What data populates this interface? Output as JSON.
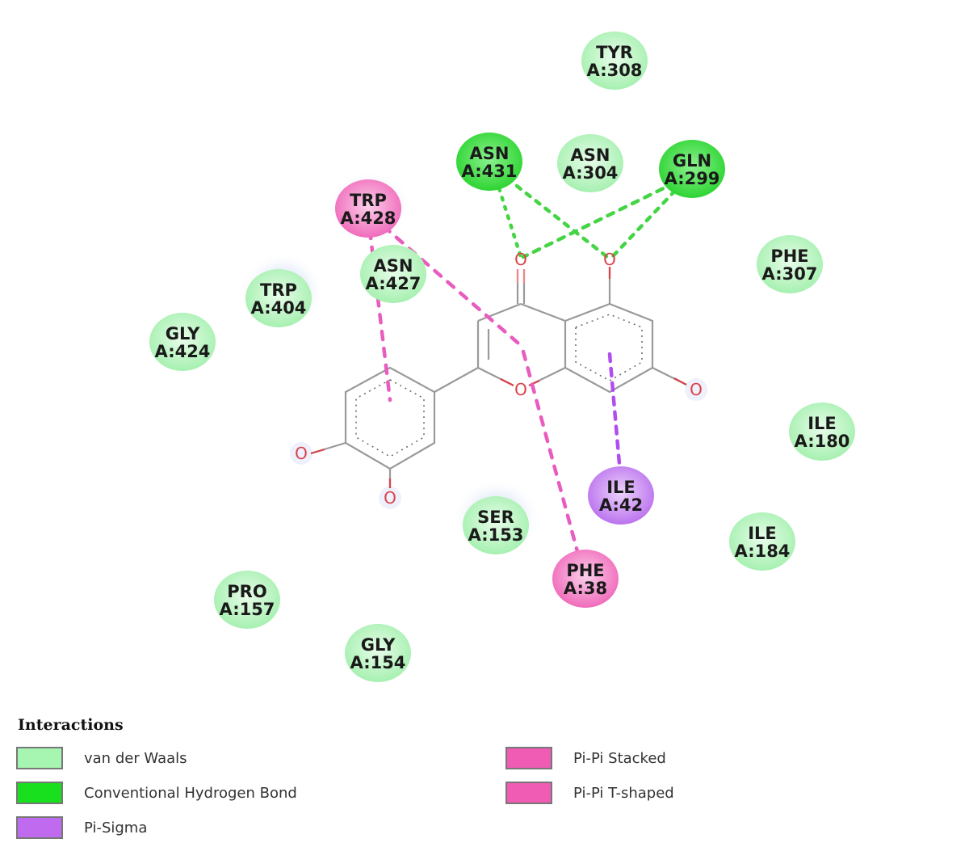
{
  "colors": {
    "van_der_waals": "#a6f5b0",
    "conventional_hbond": "#19e01f",
    "pi_sigma": "#c06af0",
    "pi_pi": "#f05bb3",
    "atom_oxygen": "#d9434b",
    "bond": "#9a9a9a",
    "hbond_line": "#44d444",
    "pi_line": "#e85cc0",
    "pisigma_line": "#b04ef0"
  },
  "residues": [
    {
      "id": "TYR308",
      "name": "TYR",
      "label": "A:308",
      "type": "van_der_waals"
    },
    {
      "id": "ASN431",
      "name": "ASN",
      "label": "A:431",
      "type": "conventional_hbond"
    },
    {
      "id": "ASN304",
      "name": "ASN",
      "label": "A:304",
      "type": "van_der_waals"
    },
    {
      "id": "GLN299",
      "name": "GLN",
      "label": "A:299",
      "type": "conventional_hbond"
    },
    {
      "id": "TRP428",
      "name": "TRP",
      "label": "A:428",
      "type": "pi_pi"
    },
    {
      "id": "ASN427",
      "name": "ASN",
      "label": "A:427",
      "type": "van_der_waals"
    },
    {
      "id": "TRP404",
      "name": "TRP",
      "label": "A:404",
      "type": "van_der_waals"
    },
    {
      "id": "PHE307",
      "name": "PHE",
      "label": "A:307",
      "type": "van_der_waals"
    },
    {
      "id": "GLY424",
      "name": "GLY",
      "label": "A:424",
      "type": "van_der_waals"
    },
    {
      "id": "ILE180",
      "name": "ILE",
      "label": "A:180",
      "type": "van_der_waals"
    },
    {
      "id": "ILE42",
      "name": "ILE",
      "label": "A:42",
      "type": "pi_sigma"
    },
    {
      "id": "SER153",
      "name": "SER",
      "label": "A:153",
      "type": "van_der_waals"
    },
    {
      "id": "ILE184",
      "name": "ILE",
      "label": "A:184",
      "type": "van_der_waals"
    },
    {
      "id": "PHE38",
      "name": "PHE",
      "label": "A:38",
      "type": "pi_pi"
    },
    {
      "id": "PRO157",
      "name": "PRO",
      "label": "A:157",
      "type": "van_der_waals"
    },
    {
      "id": "GLY154",
      "name": "GLY",
      "label": "A:154",
      "type": "van_der_waals"
    }
  ],
  "interactions": [
    {
      "from": "ASN431",
      "to": "O_carbonyl",
      "type": "hbond"
    },
    {
      "from": "ASN431",
      "to": "O_5",
      "type": "hbond"
    },
    {
      "from": "GLN299",
      "to": "O_carbonyl",
      "type": "hbond"
    },
    {
      "from": "GLN299",
      "to": "O_5",
      "type": "hbond"
    },
    {
      "from": "TRP428",
      "to": "ring_B",
      "type": "pi_pi"
    },
    {
      "from": "TRP428",
      "to": "ring_C",
      "type": "pi_pi"
    },
    {
      "from": "PHE38",
      "to": "ring_C",
      "type": "pi_pi"
    },
    {
      "from": "ILE42",
      "to": "ring_A",
      "type": "pi_sigma"
    }
  ],
  "ligand": {
    "oxygen_symbol": "O"
  },
  "legend": {
    "title": "Interactions",
    "items": [
      {
        "label": "van der Waals",
        "color": "#a6f5b0"
      },
      {
        "label": "Conventional Hydrogen Bond",
        "color": "#19e01f"
      },
      {
        "label": "Pi-Sigma",
        "color": "#c06af0"
      },
      {
        "label": "Pi-Pi Stacked",
        "color": "#f05bb3"
      },
      {
        "label": "Pi-Pi T-shaped",
        "color": "#f05bb3"
      }
    ]
  }
}
